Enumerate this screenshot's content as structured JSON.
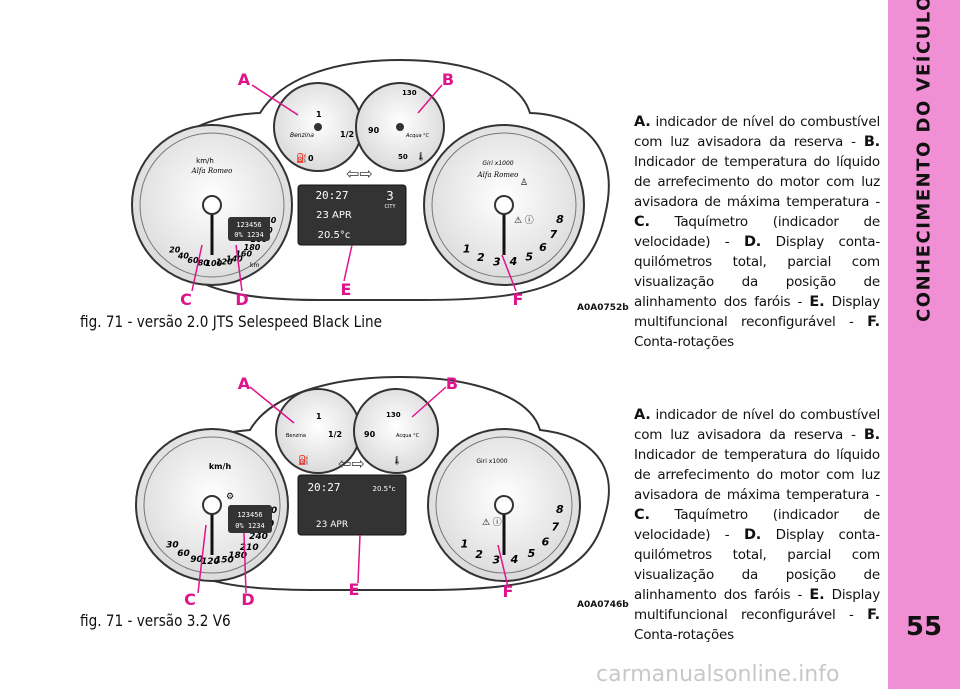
{
  "sidebar": {
    "title": "CONHECIMENTO DO VEÍCULO",
    "page_number": "55"
  },
  "figures": [
    {
      "caption": "fig. 71 - versão 2.0 JTS Selespeed Black Line",
      "code": "A0A0752b",
      "callouts": [
        "A",
        "B",
        "C",
        "D",
        "E",
        "F"
      ],
      "display": {
        "time": "20:27",
        "gear": "3",
        "mode": "CITY",
        "date": "23 APR",
        "temp": "20.5°c",
        "odo": "123456",
        "trip": "0% 1234",
        "unit": "km"
      },
      "speed_ticks": [
        "20",
        "40",
        "60",
        "80",
        "100",
        "120",
        "140",
        "160",
        "180",
        "200",
        "220",
        "240"
      ],
      "speed_unit": "km/h",
      "rpm_ticks": [
        "1",
        "2",
        "3",
        "4",
        "5",
        "6",
        "7",
        "8"
      ],
      "rpm_unit": "Giri x1000",
      "fuel_labels": [
        "Benzina",
        "1",
        "1/2",
        "0"
      ],
      "temp_labels": [
        "130",
        "90",
        "50",
        "Acqua °C"
      ],
      "brand": "Alfa Romeo"
    },
    {
      "caption": "fig. 71 - versão 3.2 V6",
      "code": "A0A0746b",
      "callouts": [
        "A",
        "B",
        "C",
        "D",
        "E",
        "F"
      ],
      "display": {
        "time": "20:27",
        "temp": "20.5°c",
        "date": "23 APR",
        "odo": "123456",
        "trip": "0% 1234"
      },
      "speed_ticks": [
        "30",
        "60",
        "90",
        "120",
        "150",
        "180",
        "210",
        "240",
        "270",
        "300"
      ],
      "speed_unit": "km/h",
      "rpm_ticks": [
        "1",
        "2",
        "3",
        "4",
        "5",
        "6",
        "7",
        "8"
      ],
      "rpm_unit": "Giri x1000",
      "fuel_labels": [
        "Benzina",
        "1",
        "1/2"
      ],
      "temp_labels": [
        "130",
        "90",
        "Acqua °C"
      ]
    }
  ],
  "descriptions": [
    {
      "parts": [
        {
          "k": "A.",
          "t": " indicador de nível do combustível com luz avisadora da reserva - "
        },
        {
          "k": "B.",
          "t": " Indicador de temperatura do líquido de arrefecimento do motor com luz avisadora de máxima temperatura - "
        },
        {
          "k": "C.",
          "t": " Taquímetro (indicador de velocidade) - "
        },
        {
          "k": "D.",
          "t": " Display conta-quilómetros total, parcial com visualização da posição de alinhamento dos faróis - "
        },
        {
          "k": "E.",
          "t": " Display multifuncional reconfigurável - "
        },
        {
          "k": "F.",
          "t": " Conta-rotações"
        }
      ]
    },
    {
      "parts": [
        {
          "k": "A.",
          "t": " indicador de nível do combustível com luz avisadora da reserva - "
        },
        {
          "k": "B.",
          "t": " Indicador de temperatura do líquido de arrefecimento do motor com luz avisadora de máxima temperatura - "
        },
        {
          "k": "C.",
          "t": " Taquímetro (indicador de velocidade) - "
        },
        {
          "k": "D.",
          "t": " Display conta-quilómetros total, parcial com visualização da posição de alinhamento dos faróis - "
        },
        {
          "k": "E.",
          "t": " Display multifuncional reconfigurável - "
        },
        {
          "k": "F.",
          "t": " Conta-rotações"
        }
      ]
    }
  ],
  "watermark": "carmanualsonline.info",
  "colors": {
    "sidebar": "#f08fd3",
    "callout": "#e0138c"
  }
}
